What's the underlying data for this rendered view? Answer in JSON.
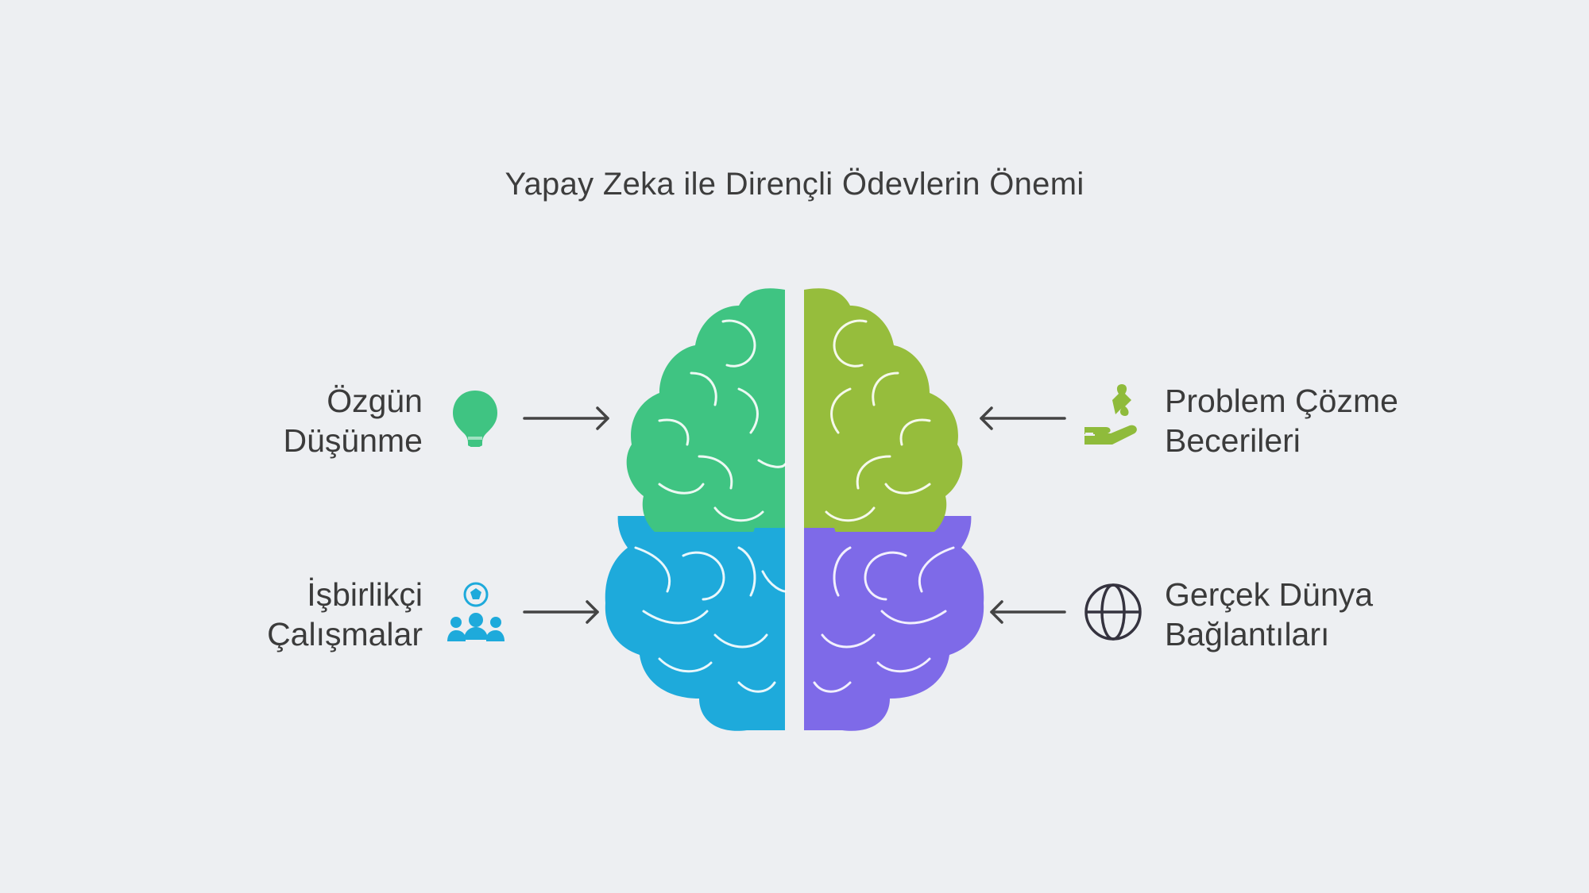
{
  "title": "Yapay Zeka ile Dirençli Ödevlerin Önemi",
  "items": [
    {
      "id": "ozgun",
      "lines": [
        "Özgün",
        "Düşünme"
      ],
      "icon": "lightbulb-icon",
      "color": "#3fc482"
    },
    {
      "id": "isbirlikci",
      "lines": [
        "İşbirlikçi",
        "Çalışmalar"
      ],
      "icon": "team-icon",
      "color": "#1eaadb"
    },
    {
      "id": "problem",
      "lines": [
        "Problem Çözme",
        "Becerileri"
      ],
      "icon": "puzzle-hand-icon",
      "color": "#8fbb3b"
    },
    {
      "id": "gercek",
      "lines": [
        "Gerçek Dünya",
        "Bağlantıları"
      ],
      "icon": "globe-icon",
      "color": "#35333f"
    }
  ],
  "brain": {
    "quadrant_colors": {
      "top_left": "#3fc482",
      "bottom_left": "#1eaadb",
      "top_right": "#96bd3c",
      "bottom_right": "#7e6ae8"
    }
  },
  "colors": {
    "background": "#edeff2",
    "text": "#3b3b3b",
    "arrow": "#444444"
  }
}
